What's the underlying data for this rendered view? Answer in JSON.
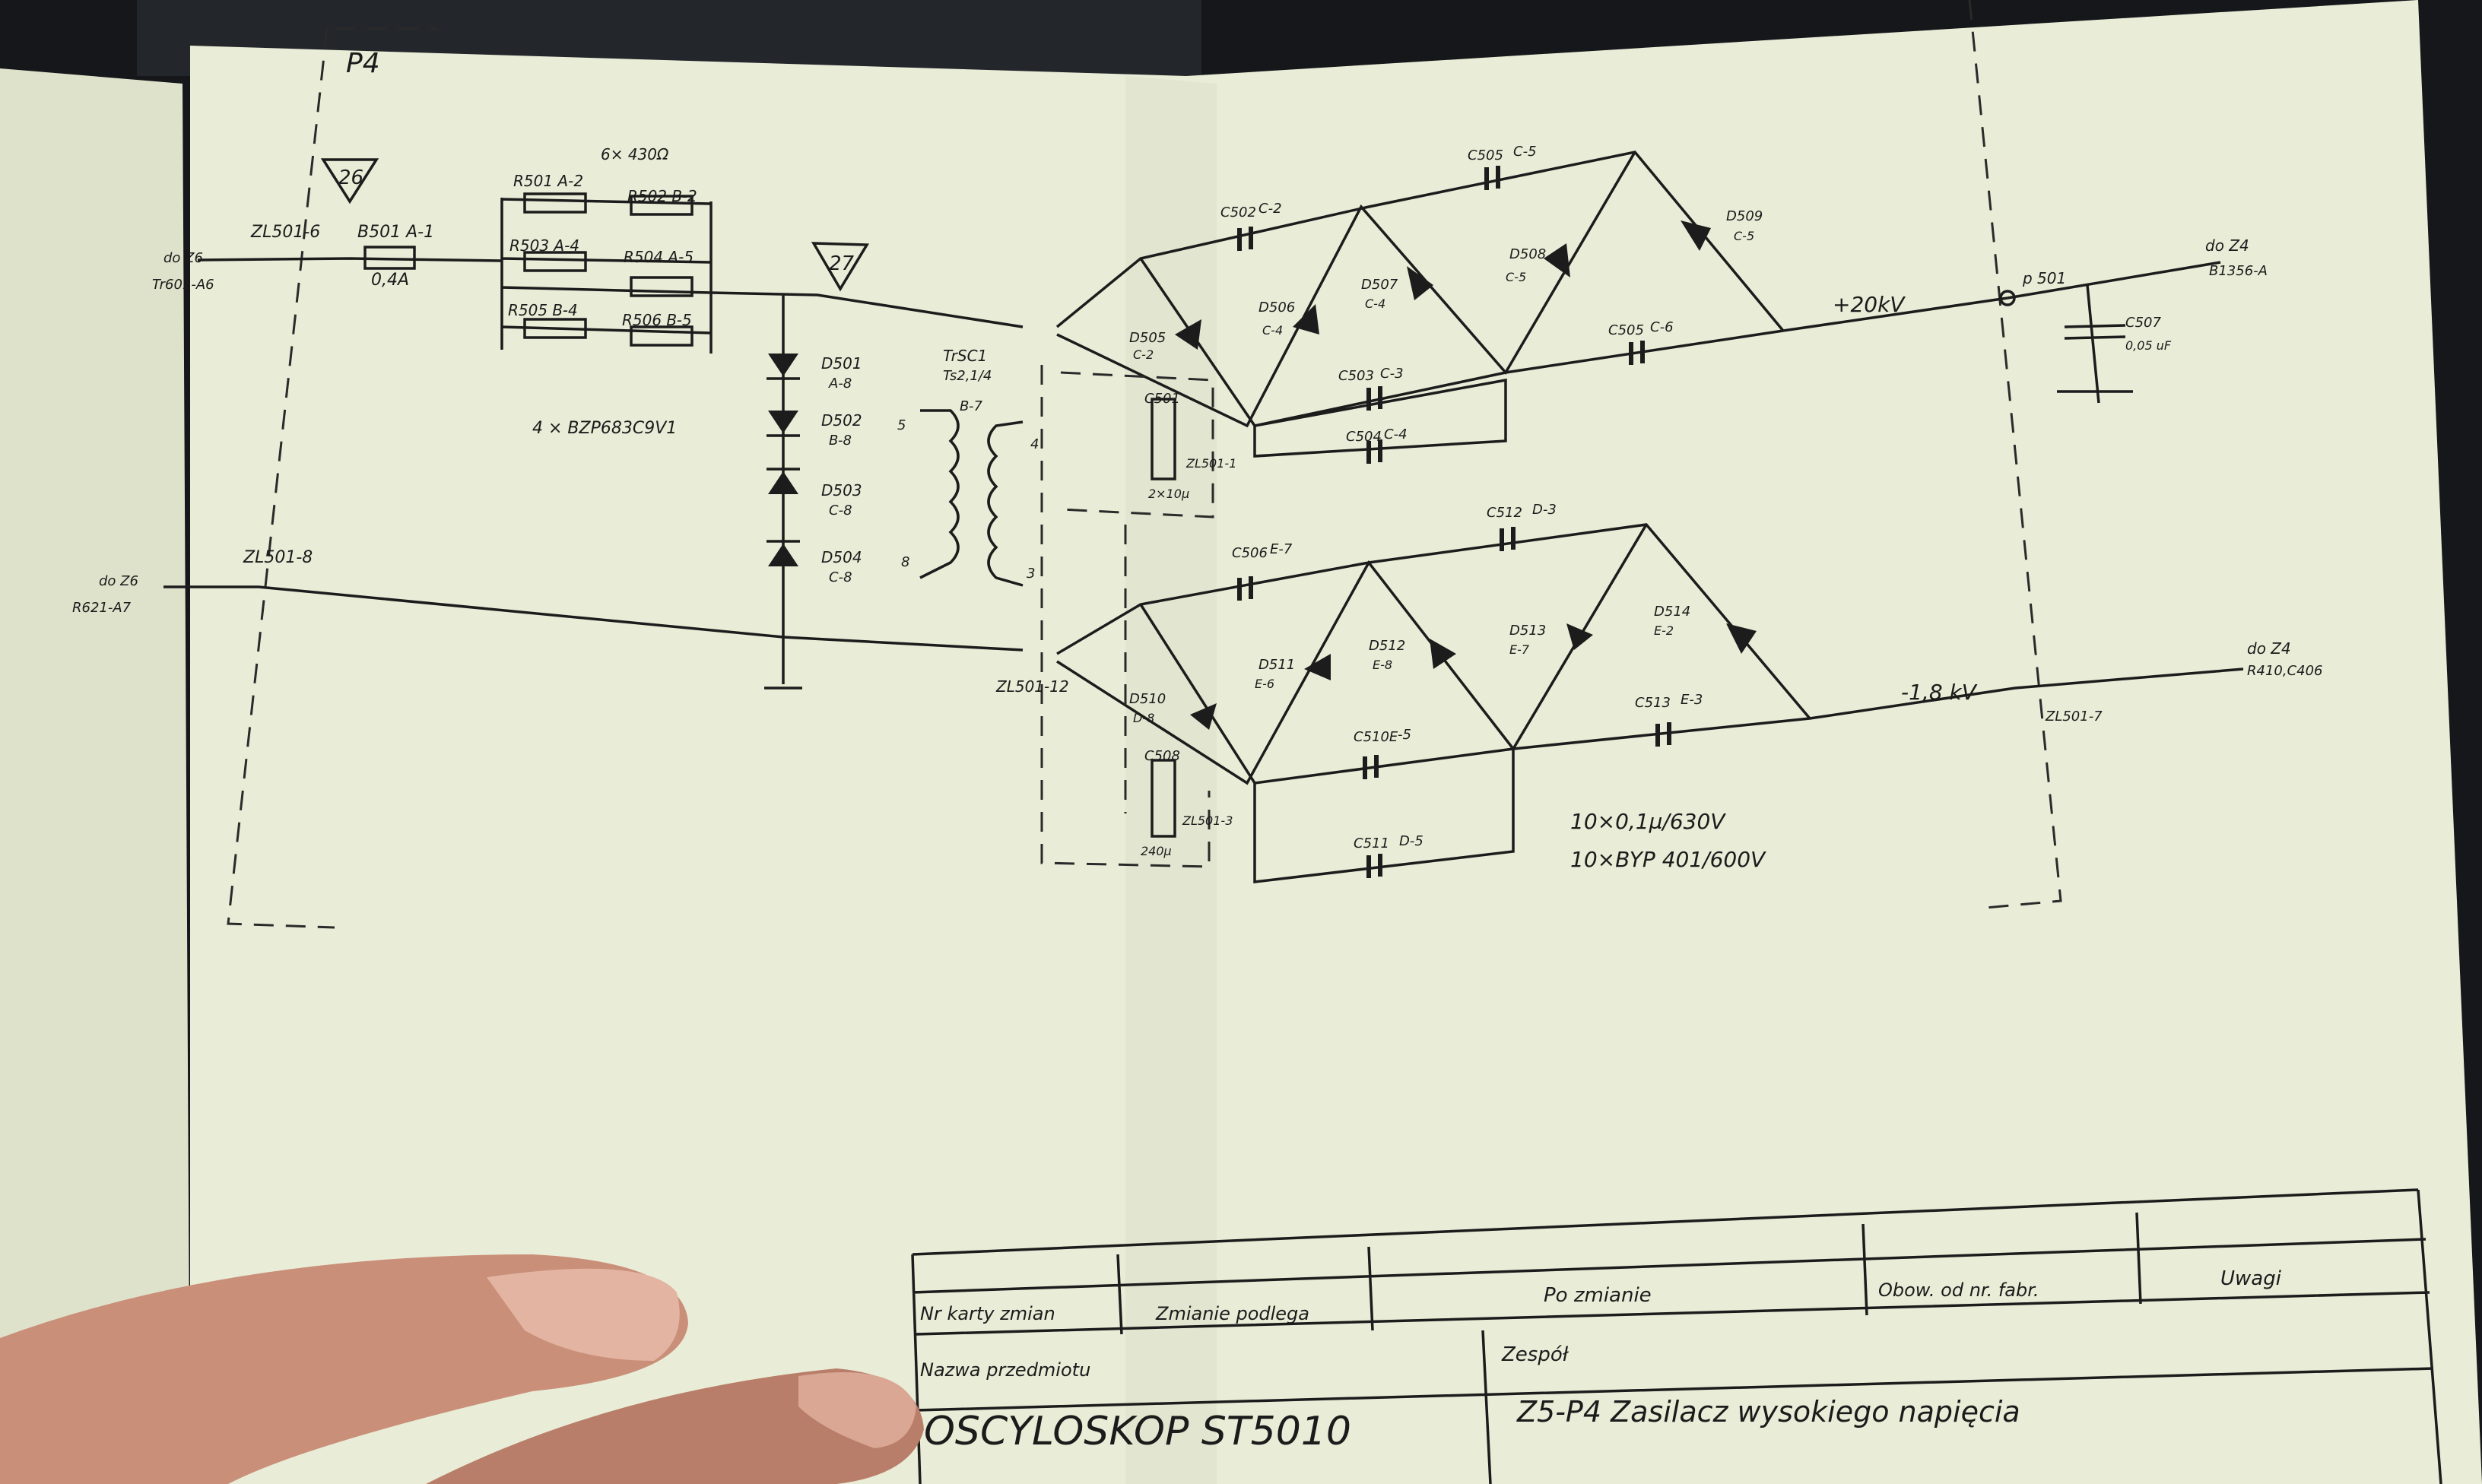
{
  "photo": {
    "description_colors": {
      "paper": "#e9ecd7",
      "paper_shadow": "#cfd3bd",
      "ink": "#1c1c1c",
      "background": "#15171a",
      "skin": "#c98f79"
    }
  },
  "schematic": {
    "frame_label": "P4",
    "marker_26": "26",
    "marker_27": "27",
    "connector_top_left": "ZL501-6",
    "connector_top_left_dest": "do Z6",
    "connector_top_left_ref": "Tr601-A6",
    "connector_mid_left": "ZL501-8",
    "connector_mid_left_dest": "do Z6",
    "connector_mid_left_ref": "R621-A7",
    "fuse": "B501 A-1",
    "fuse_value": "0,4A",
    "resistor_group_value": "6× 430Ω",
    "resistors": [
      "R501 A-2",
      "R502 B-2",
      "R503 A-4",
      "R504 A-5",
      "R505 B-4",
      "R506 B-5"
    ],
    "zener_note": "4 × BZP683C9V1",
    "zeners": [
      {
        "name": "D501",
        "pos": "A-8"
      },
      {
        "name": "D502",
        "pos": "B-8"
      },
      {
        "name": "D503",
        "pos": "C-8"
      },
      {
        "name": "D504",
        "pos": "C-8"
      }
    ],
    "transformer": "TrSC1",
    "transformer_type": "Ts2,1/4",
    "transformer_pos": "B-7",
    "pins": [
      "5",
      "8",
      "4",
      "3"
    ],
    "upper_caps": [
      {
        "name": "C502",
        "pos": "C-2"
      },
      {
        "name": "C505",
        "pos": "C-5"
      },
      {
        "name": "C503",
        "pos": "C-3"
      },
      {
        "name": "C504",
        "pos": "C-4"
      },
      {
        "name": "C505",
        "pos": "C-6"
      }
    ],
    "upper_diodes": [
      {
        "name": "D505",
        "pos": "C-2"
      },
      {
        "name": "D506",
        "pos": "C-4"
      },
      {
        "name": "D507",
        "pos": "C-4"
      },
      {
        "name": "D508",
        "pos": "C-5"
      },
      {
        "name": "D509",
        "pos": "C-5"
      }
    ],
    "c501": "C501",
    "c501_value": "2×10µ",
    "zl501_1": "ZL501-1",
    "hv_positive": "+20kV",
    "p501": "p 501",
    "c507": "C507",
    "c507_value": "0,05 uF",
    "out_top_dest": "do Z4",
    "out_top_ref": "B1356-A",
    "lower_caps": [
      {
        "name": "C506",
        "pos": "E-7"
      },
      {
        "name": "C512",
        "pos": "D-3"
      },
      {
        "name": "C510E",
        "pos": "-5"
      },
      {
        "name": "C513",
        "pos": "E-3"
      },
      {
        "name": "C511",
        "pos": "D-5"
      }
    ],
    "lower_diodes": [
      {
        "name": "D510",
        "pos": "D-8"
      },
      {
        "name": "D511",
        "pos": "E-6"
      },
      {
        "name": "D512",
        "pos": "E-8"
      },
      {
        "name": "D513",
        "pos": "E-7"
      },
      {
        "name": "D514",
        "pos": "E-2"
      }
    ],
    "c508": "C508",
    "c508_value": "240µ",
    "zl501_3": "ZL501-3",
    "zl501_12": "ZL501-12",
    "hv_negative": "-1,8 kV",
    "zl501_7": "ZL501-7",
    "out_bottom_dest": "do Z4",
    "out_bottom_ref": "R410,C406",
    "cap_note_1": "10×0,1µ/630V",
    "cap_note_2": "10×BYP 401/600V"
  },
  "title_block": {
    "headers": [
      "Nr karty zmian",
      "Zmianie podlega",
      "Po zmianie",
      "Obow. od nr. fabr.",
      "Uwagi"
    ],
    "item_label": "Nazwa przedmiotu",
    "item_value": "OSCYLOSKOP ST5010",
    "assembly_label": "Zespół",
    "assembly_value": "Z5-P4 Zasilacz wysokiego napięcia"
  }
}
